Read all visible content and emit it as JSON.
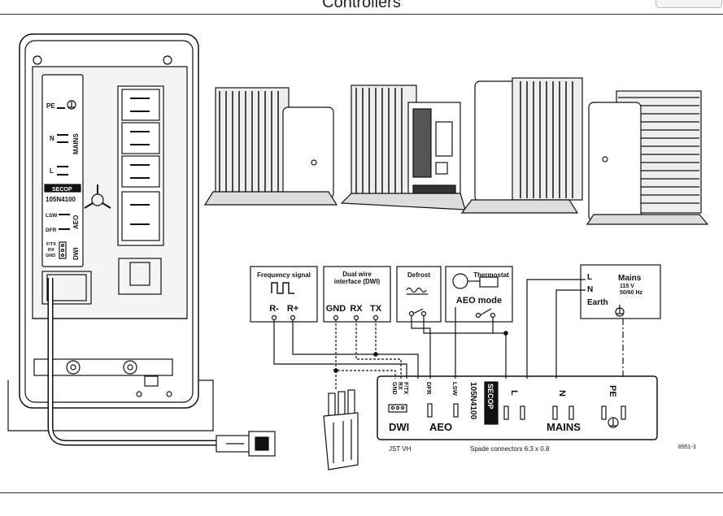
{
  "header": {
    "title": "Controllers"
  },
  "controller_front": {
    "pe": "PE",
    "n": "N",
    "mains": "MAINS",
    "l": "L",
    "brand": "SECOP",
    "part": "105N4100",
    "lsw": "LSW",
    "dfr": "DFR",
    "aeo": "AEO",
    "ftx": "F/TX",
    "rx": "RX",
    "gnd": "GND",
    "dwi": "DWI"
  },
  "boxes": {
    "frequency": {
      "title": "Frequency signal",
      "minus": "R-",
      "plus": "R+"
    },
    "dwi": {
      "title_line1": "Dual wire",
      "title_line2": "interface (DWI)",
      "gnd": "GND",
      "rx": "RX",
      "tx": "TX"
    },
    "defrost": {
      "title": "Defrost"
    },
    "thermostat": {
      "title": "Thermostat",
      "mode": "AEO mode"
    },
    "mains": {
      "l": "L",
      "n": "N",
      "earth": "Earth",
      "title": "Mains",
      "volt1": "115 V",
      "volt2": "50/60 Hz"
    }
  },
  "terminal": {
    "ftx": "F/TX",
    "rx": "RX",
    "gnd": "GND",
    "dfr": "DFR",
    "lsw": "LSW",
    "part": "105N4100",
    "brand": "SECOP",
    "l": "L",
    "n": "N",
    "pe": "PE",
    "dwi": "DWI",
    "aeo": "AEO",
    "mains": "MAINS"
  },
  "captions": {
    "jst": "JST VH",
    "spade": "Spade connectors 6.3 x 0.8",
    "figure_id": "8951-3"
  }
}
